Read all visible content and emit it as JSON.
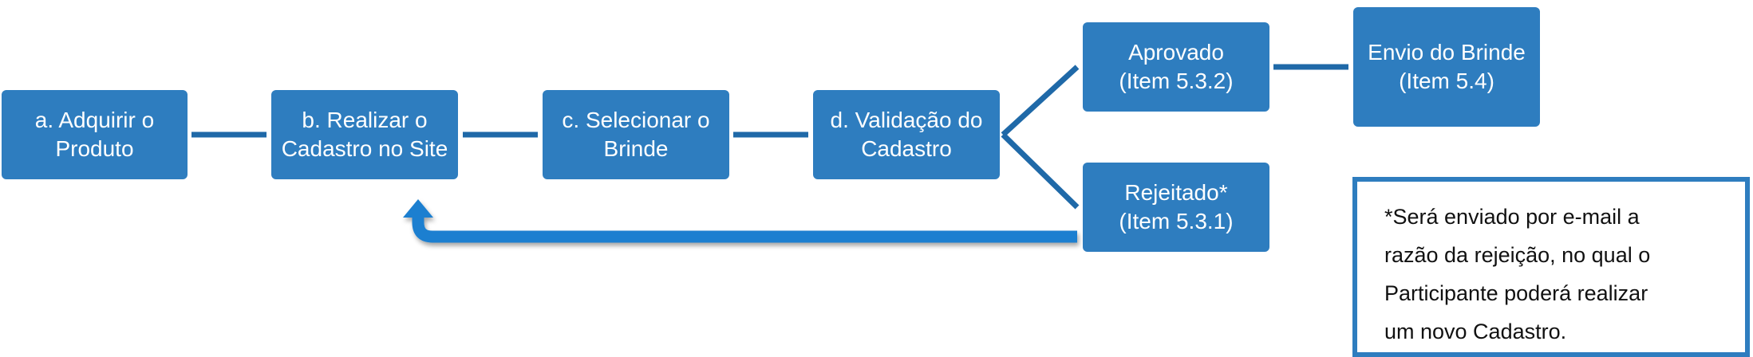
{
  "steps": {
    "a": {
      "line1": "a. Adquirir o",
      "line2": "Produto"
    },
    "b": {
      "line1": "b. Realizar o",
      "line2": "Cadastro no Site"
    },
    "c": {
      "line1": "c. Selecionar o",
      "line2": "Brinde"
    },
    "d": {
      "line1": "d. Validação do",
      "line2": "Cadastro"
    }
  },
  "outcomes": {
    "aprovado": {
      "line1": "Aprovado",
      "line2": "(Item 5.3.2)"
    },
    "rejeitado": {
      "line1": "Rejeitado*",
      "line2": "(Item 5.3.1)"
    },
    "envio": {
      "line1": "Envio do Brinde",
      "line2": "(Item 5.4)"
    }
  },
  "note": {
    "line1": "*Será enviado por e-mail a",
    "line2": "razão da rejeição, no qual o",
    "line3": "Participante poderá realizar",
    "line4": "um novo Cadastro."
  },
  "colors": {
    "box_fill": "#2e7dbf",
    "connector": "#1f69a8",
    "arrow": "#1a7fd0",
    "box_text": "#ffffff"
  }
}
